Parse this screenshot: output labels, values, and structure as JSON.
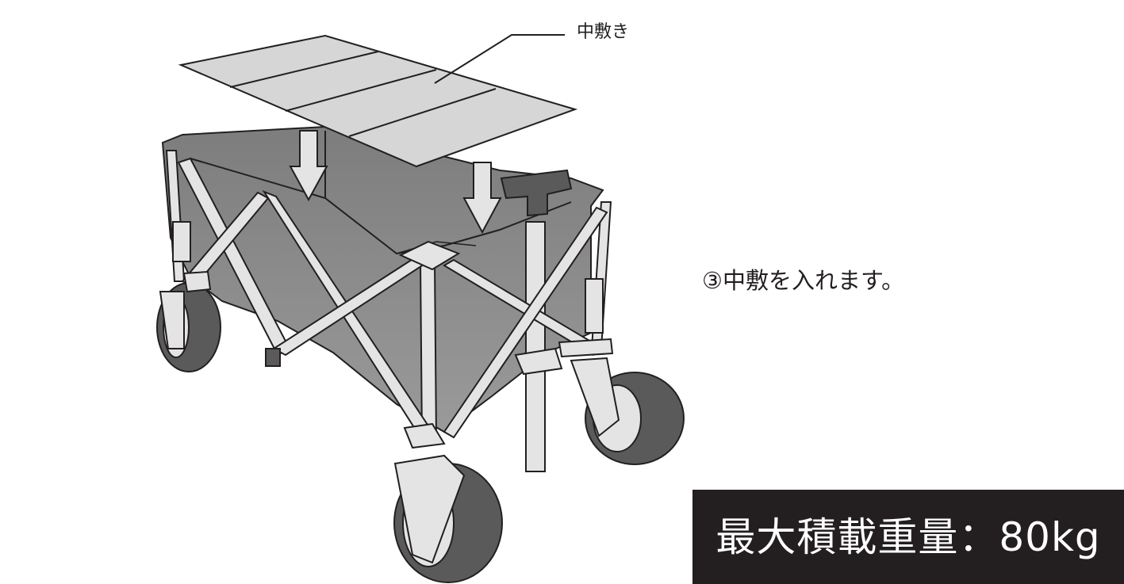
{
  "callout": {
    "label": "中敷き"
  },
  "instruction": {
    "step_text": "③中敷を入れます。"
  },
  "max_load": {
    "text": "最大積載重量：80kg"
  },
  "colors": {
    "outline": "#231f20",
    "bed_gray": "#8c8c8c",
    "bed_dark": "#6f6f6f",
    "mat_gray": "#d6d6d6",
    "frame_light": "#e4e4e4",
    "wheel_dark": "#5a5a5a",
    "banner_bg": "#231f20",
    "banner_text": "#ffffff"
  },
  "icons": [
    "down-arrow-icon",
    "wagon-illustration",
    "mat-illustration"
  ]
}
